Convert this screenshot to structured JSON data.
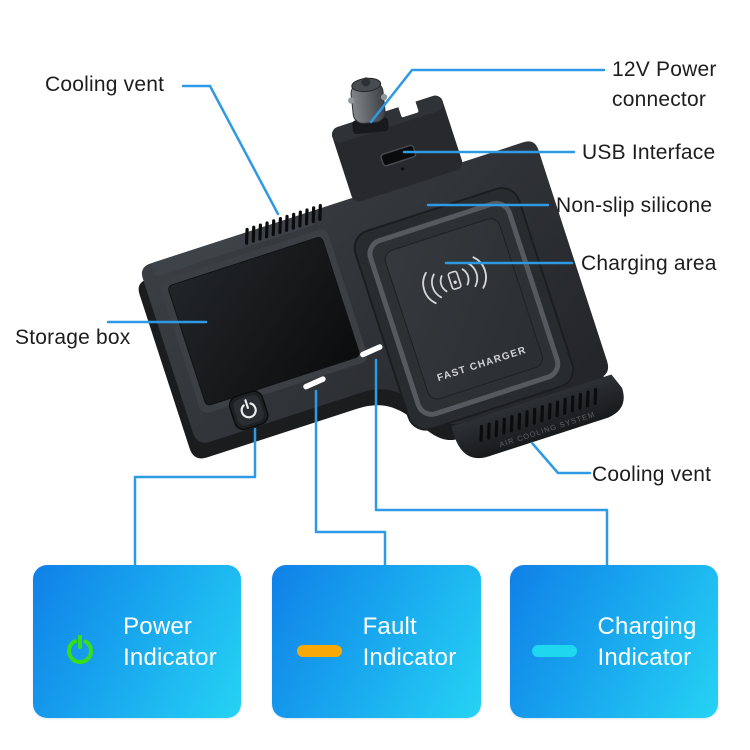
{
  "page": {
    "background": "#ffffff"
  },
  "colors": {
    "leader_line": "#2e9ae4",
    "card_gradient_start": "#1080e8",
    "card_gradient_end": "#26d3f4",
    "power_icon_green": "#35df19",
    "fault_icon_orange": "#f8a908",
    "charging_icon_cyan": "#1fd7ee",
    "label_text": "#1d1d1d",
    "device_body": "#2f3337"
  },
  "callouts": {
    "cooling_vent_top": {
      "label": "Cooling vent"
    },
    "power_connector": {
      "line1": "12V Power",
      "line2": "connector"
    },
    "usb_interface": {
      "label": "USB Interface"
    },
    "non_slip": {
      "label": "Non-slip silicone"
    },
    "charging_area": {
      "label": "Charging area"
    },
    "storage_box": {
      "label": "Storage box"
    },
    "cooling_vent_bottom": {
      "label": "Cooling vent"
    }
  },
  "device": {
    "pad_print_text": "FAST CHARGER",
    "vent_print_text": "AIR COOLING SYSTEM",
    "icons": [
      "qi-wireless-symbol",
      "power-symbol",
      "indicator-dash",
      "usb-port",
      "12v-plug"
    ]
  },
  "indicators": [
    {
      "icon": "power-icon",
      "icon_color": "#35df19",
      "line1": "Power",
      "line2": "Indicator"
    },
    {
      "icon": "fault-dash-icon",
      "icon_color": "#f8a908",
      "line1": "Fault",
      "line2": "Indicator"
    },
    {
      "icon": "charging-dash-icon",
      "icon_color": "#1fd7ee",
      "line1": "Charging",
      "line2": "Indicator"
    }
  ]
}
